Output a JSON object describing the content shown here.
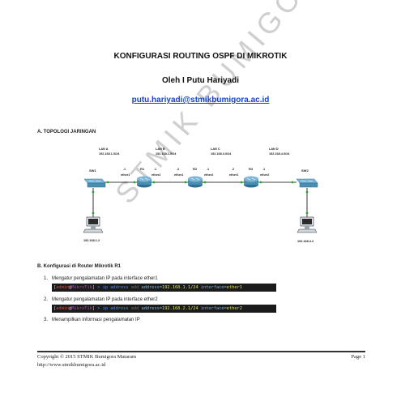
{
  "doc": {
    "title": "KONFIGURASI ROUTING OSPF DI MIKROTIK",
    "author": "Oleh I Putu Hariyadi",
    "email": "putu.hariyadi@stmikbumigora.ac.id",
    "watermark": "STMIK BUMIGORA MATARAM"
  },
  "sections": {
    "a": "A.    TOPOLOGI JARINGAN",
    "b": "B.    Konfigurasi di Router Mikrotik R1"
  },
  "topology": {
    "lans": [
      {
        "name": "LAN A",
        "net": "192.168.1.0/24"
      },
      {
        "name": "LAN B",
        "net": "192.168.2.0/24"
      },
      {
        "name": "LAN C",
        "net": "192.168.3.0/24"
      },
      {
        "name": "LAN D",
        "net": "192.168.4.0/24"
      }
    ],
    "devices": {
      "sw1": "SW1",
      "r1": "R1",
      "r2": "R2",
      "r3": "R3",
      "sw2": "SW2"
    },
    "ifaces": {
      "r1_left_ip": ".1",
      "r1_left_if": "ether1",
      "r1_right_ip": ".1",
      "r1_right_if": "ether2",
      "r2_left_ip": ".2",
      "r2_left_if": "ether1",
      "r2_right_ip": ".1",
      "r2_right_if": "ether2",
      "r3_left_ip": ".2",
      "r3_left_if": "ether1",
      "r3_right_ip": ".1",
      "r3_right_if": "ether2"
    },
    "pc1_ip": "192.168.1.2",
    "pc2_ip": "192.168.4.2"
  },
  "steps": [
    {
      "num": "1.",
      "text": "Mengatur pengalamatan IP pada interface ether1",
      "term": {
        "open": "[",
        "user": "admin",
        "at": "@",
        "host": "MikroTik",
        "close": "]",
        "path": " > ip address ",
        "cmd": "add",
        "kw1": " address=",
        "val1": "192.168.1.1/24",
        "kw2": " interface=",
        "val2": "ether1"
      }
    },
    {
      "num": "2.",
      "text": "Mengatur pengalamatan IP pada interface ether2",
      "term": {
        "open": "[",
        "user": "admin",
        "at": "@",
        "host": "MikroTik",
        "close": "]",
        "path": " > ip address ",
        "cmd": "add",
        "kw1": " address=",
        "val1": "192.168.2.1/24",
        "kw2": " interface=",
        "val2": "ether2"
      }
    },
    {
      "num": "3.",
      "text": "Menampilkan informasi pengalamatan IP"
    }
  ],
  "footer": {
    "copyright": "Copyright © 2015 STMIK Bumigora Mataram",
    "url": "http://www.stmikbumigora.ac.id",
    "page": "Page 1"
  },
  "colors": {
    "link": "#1a3fd1",
    "router": "#4a8fb0",
    "cable": "#000000",
    "link_dot": "#22aa22",
    "terminal_bg": "#1b1b1b"
  }
}
